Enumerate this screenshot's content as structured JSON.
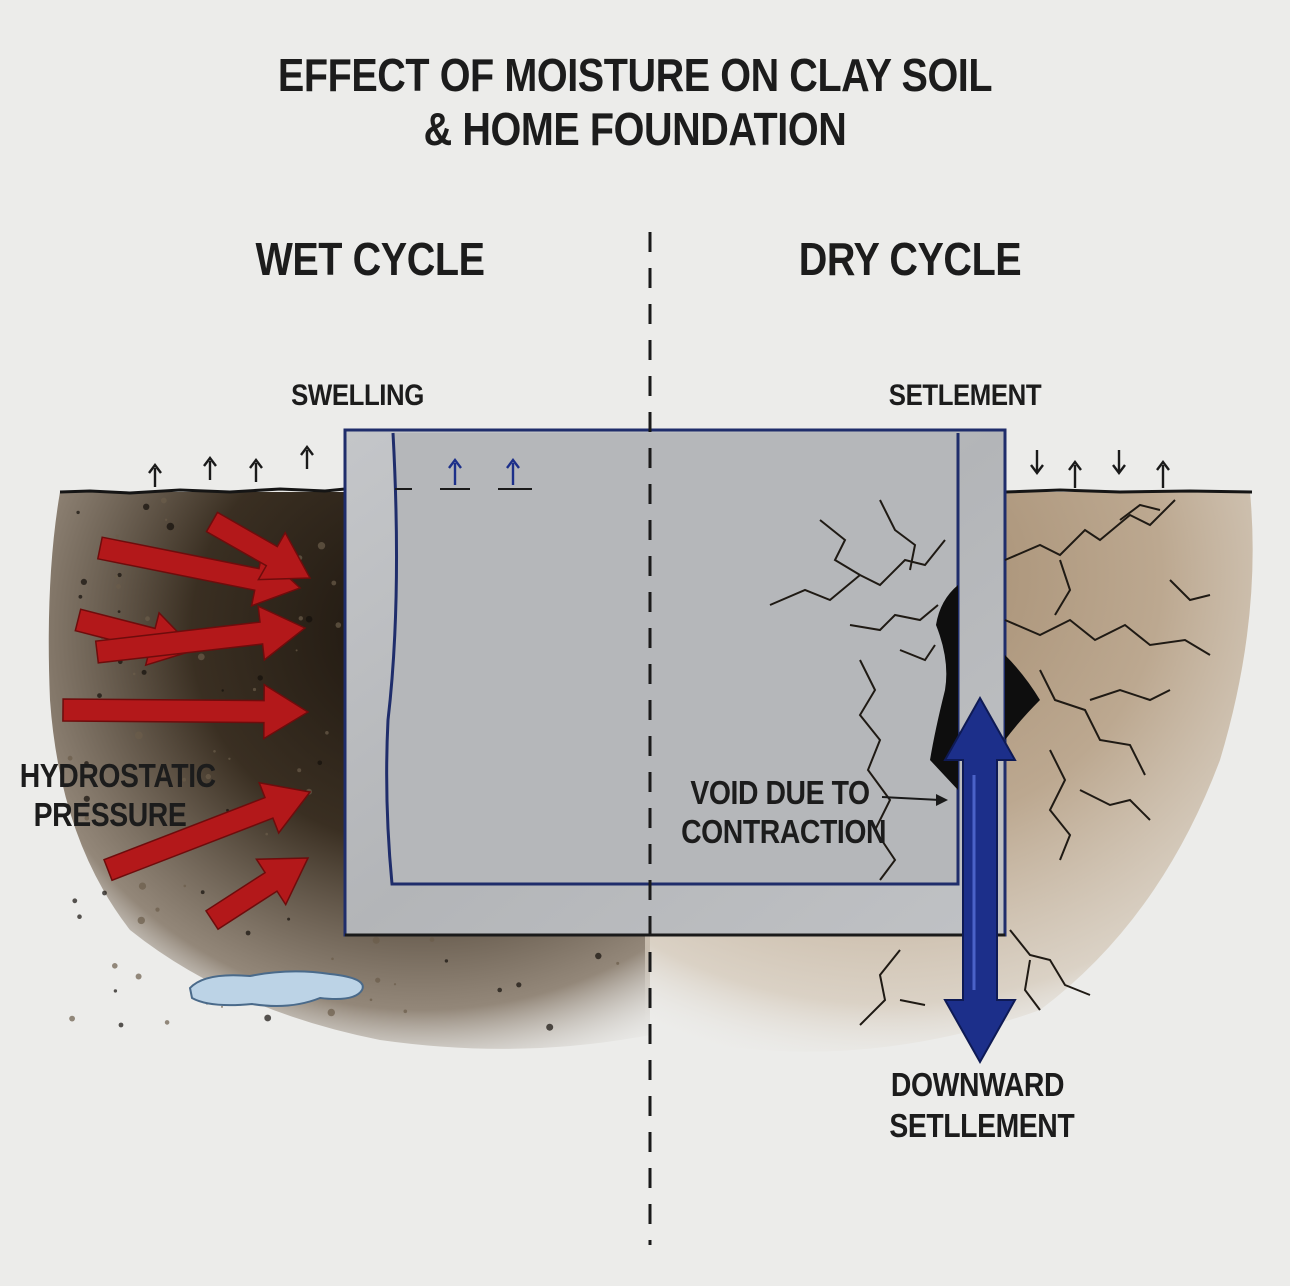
{
  "title": {
    "line1": "EFFECT OF MOISTURE ON CLAY SOIL",
    "line2": "& HOME FOUNDATION"
  },
  "wet_cycle": {
    "heading": "WET CYCLE",
    "swelling_label": "SWELLING",
    "pressure_label": {
      "line1": "HYDROSTATIC",
      "line2": "PRESSURE"
    }
  },
  "dry_cycle": {
    "heading": "DRY CYCLE",
    "settlement_label": "SETLEMENT",
    "void_label": {
      "line1": "VOID DUE TO",
      "line2": "CONTRACTION"
    },
    "downward_label": {
      "line1": "DOWNWARD",
      "line2": "SETLLEMENT"
    }
  },
  "colors": {
    "background": "#ececea",
    "wet_soil": "#3a2f22",
    "dry_soil": "#b8a38a",
    "concrete": "#b9bbbe",
    "foundation_outline": "#1f2d6b",
    "pressure_arrow": "#b3181a",
    "settlement_arrow": "#1c2f8a",
    "water_puddle": "#bcd3e6",
    "text": "#1c1c1c"
  },
  "icons": [
    "up-arrow-icon",
    "down-arrow-icon",
    "pressure-arrow-icon",
    "double-arrow-icon",
    "crack-icon",
    "puddle-icon"
  ]
}
